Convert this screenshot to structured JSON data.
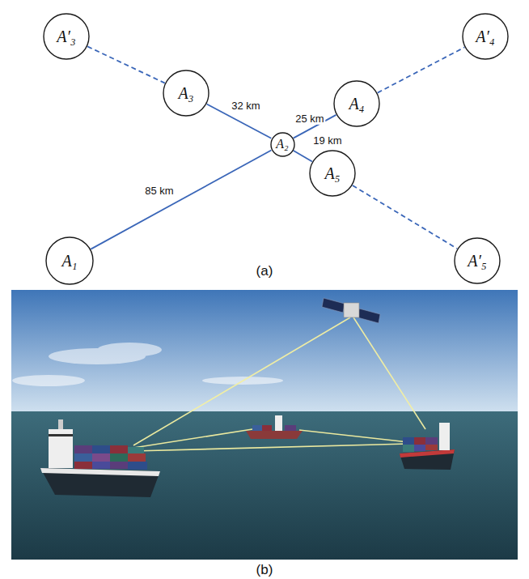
{
  "diagram": {
    "nodes": [
      {
        "text": [
          "A′₃"
        ]
      },
      {
        "text": [
          "A′₄"
        ]
      },
      {
        "text": [
          "A₃"
        ]
      },
      {
        "text": [
          "A₄"
        ]
      },
      {
        "text": [
          "A₂"
        ]
      },
      {
        "text": [
          "A₅"
        ]
      },
      {
        "text": [
          "A₁"
        ]
      },
      {
        "text": [
          "A′₅"
        ]
      }
    ],
    "edges": [
      {
        "from": 0,
        "to": 2,
        "arrow": "none"
      },
      {
        "from": 2,
        "to": 4,
        "arrow": "none",
        "label": "32 km"
      },
      {
        "from": 6,
        "to": 4,
        "arrow": "none",
        "label": "85 km"
      },
      {
        "from": 4,
        "to": 3,
        "arrow": "none",
        "label": "25 km"
      },
      {
        "from": 4,
        "to": 5,
        "arrow": "none",
        "label": "19 km"
      },
      {
        "from": 3,
        "to": 1,
        "arrow": "none"
      },
      {
        "from": 5,
        "to": 7,
        "arrow": "none"
      }
    ],
    "labels": [
      "(a)",
      "(b)"
    ]
  }
}
